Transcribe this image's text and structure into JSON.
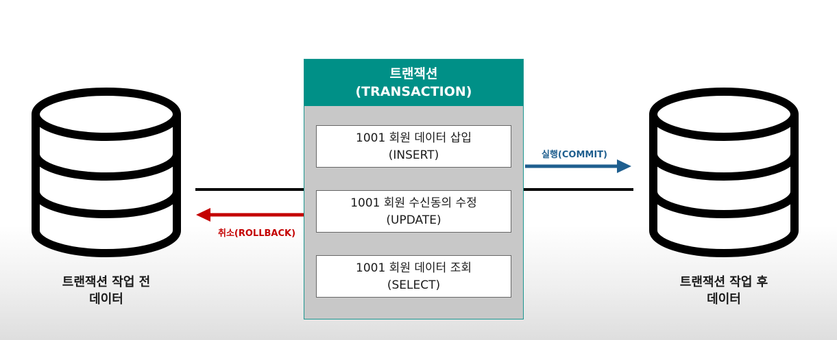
{
  "transaction": {
    "title": "트랜잭션",
    "subtitle": "(TRANSACTION)",
    "operations": [
      {
        "line1": "1001 회원 데이터 삽입",
        "line2": "(INSERT)"
      },
      {
        "line1": "1001 회원 수신동의 수정",
        "line2": "(UPDATE)"
      },
      {
        "line1": "1001 회원 데이터 조회",
        "line2": "(SELECT)"
      }
    ]
  },
  "before_db": {
    "line1": "트랜잭션 작업 전",
    "line2": "데이터"
  },
  "after_db": {
    "line1": "트랜잭션 작업 후",
    "line2": "데이터"
  },
  "commit_label": "실행(COMMIT)",
  "rollback_label": "취소(ROLLBACK)",
  "colors": {
    "teal_header": "#009087",
    "panel_gray": "#c8c8c8",
    "commit_blue": "#1f5f8f",
    "rollback_red": "#c40000"
  }
}
